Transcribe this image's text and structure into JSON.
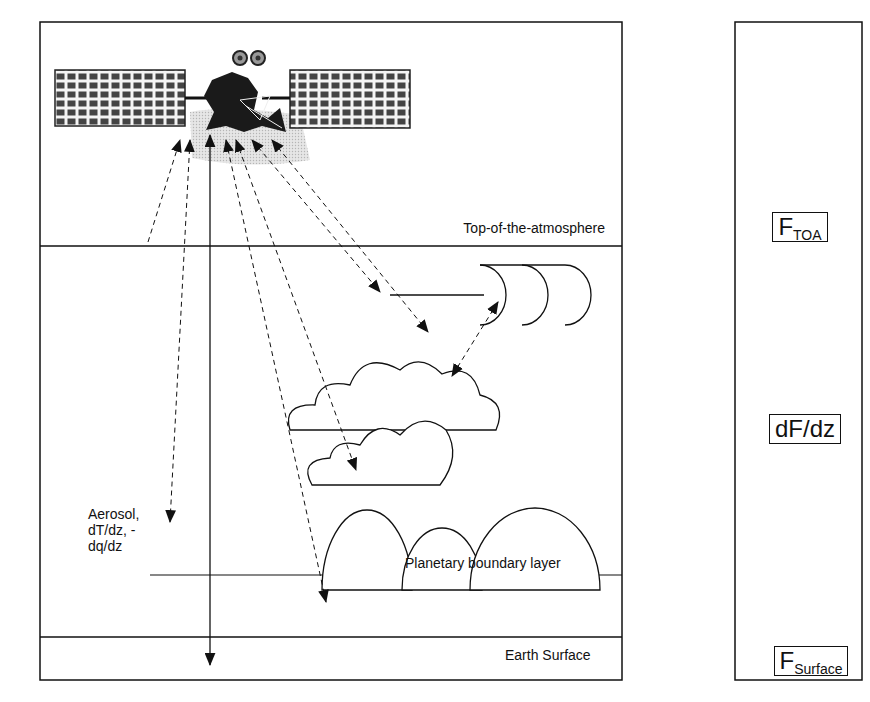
{
  "diagram": {
    "nodes": [
      {
        "text": [
          "F",
          "TOA"
        ]
      },
      {
        "text": [
          "dF/dz"
        ]
      },
      {
        "text": [
          "F",
          "Surface"
        ]
      }
    ],
    "labels": [
      "Top-of-the-atmosphere",
      "Planetary boundary layer",
      "Earth Surface",
      "Aerosol, dT/dz, -dq/dz"
    ]
  }
}
